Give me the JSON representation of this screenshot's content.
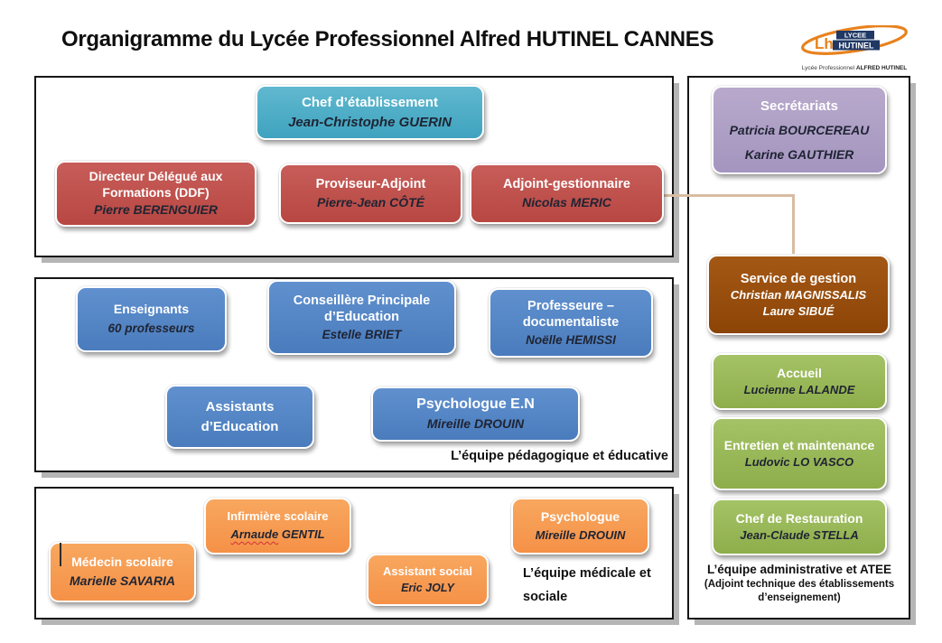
{
  "page": {
    "title": "Organigramme du Lycée Professionnel Alfred HUTINEL CANNES"
  },
  "logo": {
    "monogram": "Lh",
    "word1": "LYCEE",
    "word2": "HUTINEL",
    "caption_normal": "Lycée Professionnel ",
    "caption_bold": "ALFRED HUTINEL"
  },
  "nodes": {
    "chef": {
      "title": "Chef d’établissement",
      "name": "Jean-Christophe GUERIN"
    },
    "ddf": {
      "title": "Directeur Délégué aux Formations (DDF)",
      "name": "Pierre BERENGUIER"
    },
    "proviseur": {
      "title": "Proviseur-Adjoint",
      "name": "Pierre-Jean CÔTÉ"
    },
    "gestionnaire": {
      "title": "Adjoint-gestionnaire",
      "name": "Nicolas MERIC"
    },
    "enseignants": {
      "title": "Enseignants",
      "name": "60 professeurs"
    },
    "cpe": {
      "title": "Conseillère Principale d’Education",
      "name": "Estelle BRIET"
    },
    "documentaliste": {
      "title": "Professeure – documentaliste",
      "name": "Noëlle HEMISSI"
    },
    "assistants": {
      "title": "Assistants d’Education"
    },
    "psy_en": {
      "title": "Psychologue E.N",
      "name": "Mireille DROUIN"
    },
    "infirmiere": {
      "title": "Infirmière scolaire",
      "name_first": "Arnaude",
      "name_last": "GENTIL"
    },
    "medecin": {
      "title": "Médecin scolaire",
      "name": "Marielle SAVARIA"
    },
    "assistant_social": {
      "title": "Assistant social",
      "name": "Eric JOLY"
    },
    "psychologue": {
      "title": "Psychologue",
      "name": "Mireille DROUIN"
    },
    "secretariats": {
      "title": "Secrétariats",
      "name1": "Patricia BOURCEREAU",
      "name2": "Karine GAUTHIER"
    },
    "gestion": {
      "title": "Service de gestion",
      "name1": "Christian MAGNISSALIS",
      "name2": "Laure SIBUÉ"
    },
    "accueil": {
      "title": "Accueil",
      "name": "Lucienne LALANDE"
    },
    "entretien": {
      "title": "Entretien et maintenance",
      "name": "Ludovic LO VASCO"
    },
    "restauration": {
      "title": "Chef de Restauration",
      "name": "Jean-Claude STELLA"
    }
  },
  "captions": {
    "pedagogique": "L’équipe pédagogique et éducative",
    "medicale": "L’équipe médicale et sociale",
    "administrative_line1": "L’équipe administrative et ATEE",
    "administrative_line2": "(Adjoint technique des établissements d’enseignement)"
  },
  "colors": {
    "teal": "#4BACC6",
    "red": "#C0504D",
    "blue": "#5585C6",
    "purple": "#B2A2C7",
    "brown": "#9A4D0D",
    "green": "#9BBB59",
    "orange": "#F79E52",
    "connector": "#D9BCA3",
    "panel_border": "#161616",
    "panel_shadow": "#B5B5B5"
  }
}
